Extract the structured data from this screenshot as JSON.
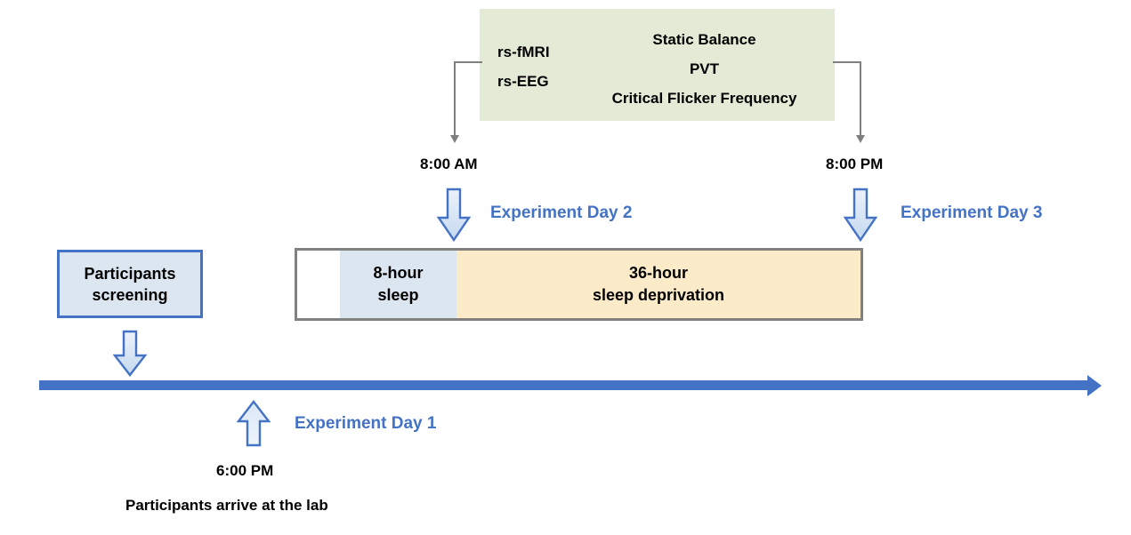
{
  "assessments": {
    "left_column": [
      "rs-fMRI",
      "rs-EEG"
    ],
    "right_column": [
      "Static Balance",
      "PVT",
      "Critical Flicker Frequency"
    ],
    "panel_color": "#E3EBD7"
  },
  "timepoints": {
    "morning": "8:00 AM",
    "evening": "8:00 PM",
    "arrival": "6:00 PM"
  },
  "days": {
    "day1": "Experiment Day 1",
    "day2": "Experiment Day 2",
    "day3": "Experiment Day 3",
    "color": "#4472C4"
  },
  "screening": {
    "line1": "Participants",
    "line2": "screening",
    "border_color": "#4472C4",
    "fill_color": "#DCE6F1"
  },
  "protocol_bar": {
    "segments": [
      {
        "label_line1": "",
        "label_line2": "",
        "color": "#FFFFFF"
      },
      {
        "label_line1": "8-hour",
        "label_line2": "sleep",
        "color": "#DCE6F1"
      },
      {
        "label_line1": "36-hour",
        "label_line2": "sleep deprivation",
        "color": "#FCEBC8"
      }
    ],
    "border_color": "#808080"
  },
  "captions": {
    "arrival_note": "Participants arrive at the lab"
  },
  "timeline": {
    "color": "#4472C4"
  }
}
